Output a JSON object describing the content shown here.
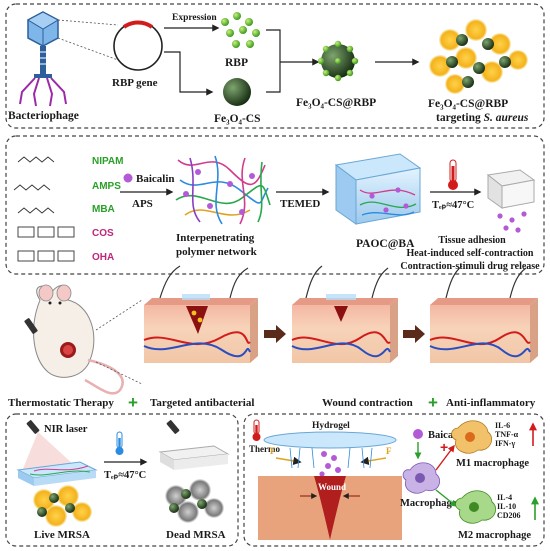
{
  "panel1": {
    "bacteriophage": "Bacteriophage",
    "rbp_gene": "RBP gene",
    "expression": "Expression",
    "rbp": "RBP",
    "fe3o4_cs": "Fe₃O₄-CS",
    "fe3o4_cs_rbp": "Fe₃O₄-CS@RBP",
    "targeting_line1": "Fe₃O₄-CS@RBP",
    "targeting_line2_prefix": "targeting ",
    "targeting_line2_italic": "S. aureus"
  },
  "panel2": {
    "monomers": [
      "NIPAM",
      "AMPS",
      "MBA",
      "COS",
      "OHA"
    ],
    "baicalin": "Baicalin",
    "aps": "APS",
    "ipn_line1": "Interpenetrating",
    "ipn_line2": "polymer network",
    "temed": "TEMED",
    "paoc": "PAOC@BA",
    "tep": "Tₑₚ≈47°C",
    "props": [
      "Tissue adhesion",
      "Heat-induced self-contraction",
      "Contraction-stimuli drug release"
    ]
  },
  "panel3": {
    "therapies": [
      "Thermostatic Therapy",
      "Targeted antibacterial",
      "Wound contraction",
      "Anti-inflammatory"
    ],
    "plus": "+"
  },
  "panel4": {
    "nir": "NIR laser",
    "tep": "Tₑₚ≈47°C",
    "live": "Live MRSA",
    "dead": "Dead MRSA"
  },
  "panel5": {
    "thermo": "Thermo",
    "hydrogel": "Hydrogel",
    "f": "F",
    "wound": "Wound",
    "baicalin": "Baicalin",
    "macrophage": "Macrophage",
    "m1": "M1 macrophage",
    "m2": "M2 macrophage",
    "m1_cytokines": [
      "IL-6",
      "TNF-α",
      "IFN-γ"
    ],
    "m2_cytokines": [
      "IL-4",
      "IL-10",
      "CD206"
    ]
  },
  "colors": {
    "green": "#2aa02a",
    "pink": "#c0267a",
    "red": "#d21c1c",
    "panel_border": "#444444"
  }
}
